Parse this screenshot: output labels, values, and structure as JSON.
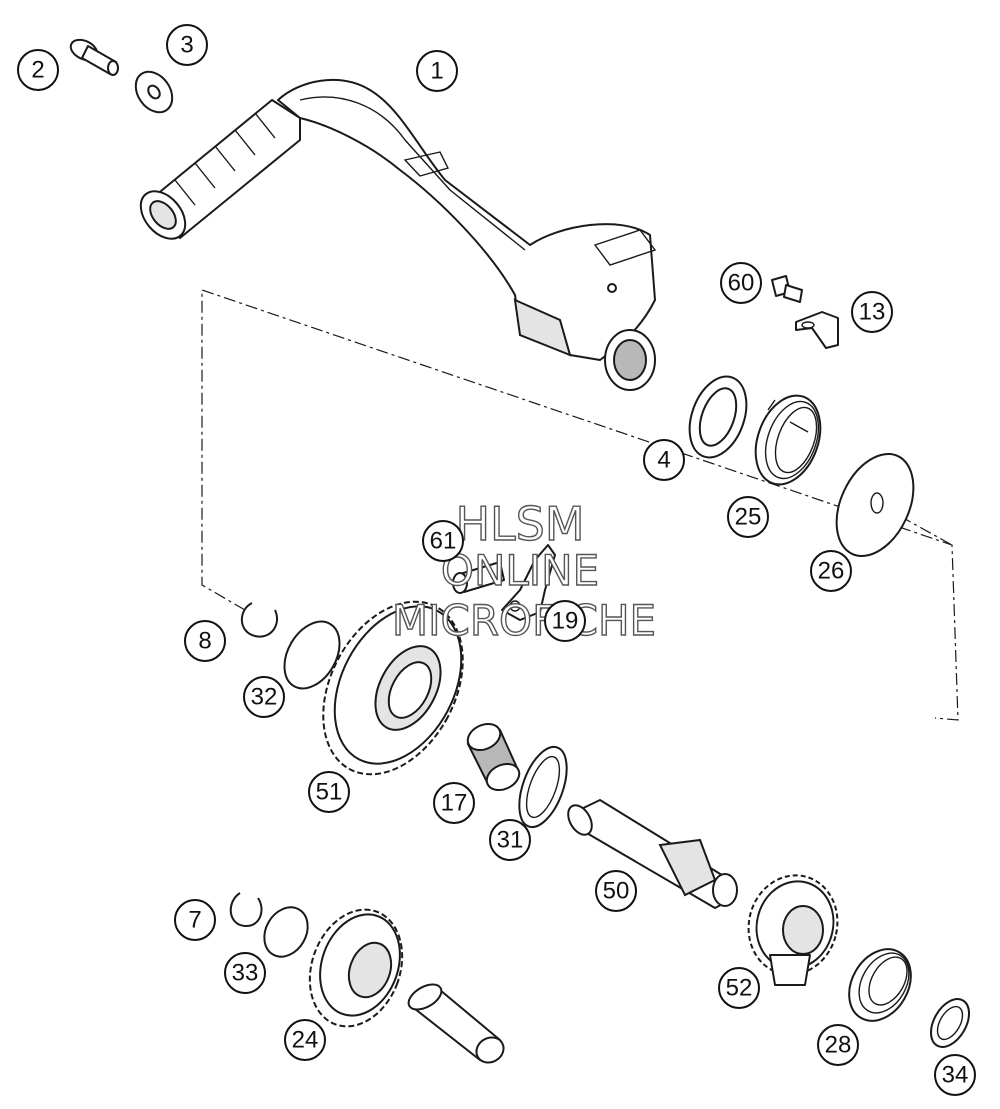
{
  "callouts": [
    {
      "id": "c1",
      "label": "1"
    },
    {
      "id": "c2",
      "label": "2"
    },
    {
      "id": "c3",
      "label": "3"
    },
    {
      "id": "c60",
      "label": "60"
    },
    {
      "id": "c13",
      "label": "13"
    },
    {
      "id": "c4",
      "label": "4"
    },
    {
      "id": "c25",
      "label": "25"
    },
    {
      "id": "c26",
      "label": "26"
    },
    {
      "id": "c61",
      "label": "61"
    },
    {
      "id": "c19",
      "label": "19"
    },
    {
      "id": "c8",
      "label": "8"
    },
    {
      "id": "c32",
      "label": "32"
    },
    {
      "id": "c51",
      "label": "51"
    },
    {
      "id": "c17",
      "label": "17"
    },
    {
      "id": "c31",
      "label": "31"
    },
    {
      "id": "c50",
      "label": "50"
    },
    {
      "id": "c7",
      "label": "7"
    },
    {
      "id": "c33",
      "label": "33"
    },
    {
      "id": "c24",
      "label": "24"
    },
    {
      "id": "c52",
      "label": "52"
    },
    {
      "id": "c28",
      "label": "28"
    },
    {
      "id": "c34",
      "label": "34"
    }
  ],
  "watermark": {
    "line1": "HLSM",
    "line2": "ONLINE",
    "line3": "MICROFICHE"
  }
}
